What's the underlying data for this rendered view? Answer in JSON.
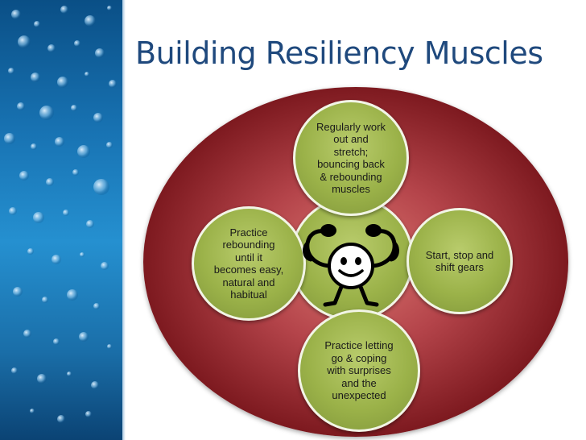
{
  "title": "Building Resiliency Muscles",
  "center_icon": "flexing-muscle-man-icon",
  "nodes": {
    "top": "Regularly work\nout and\nstretch;\nbouncing back\n& rebounding\nmuscles",
    "right": "Start, stop and\nshift gears",
    "bottom": "Practice letting\ngo & coping\nwith surprises\nand the\nunexpected",
    "left": "Practice\nrebounding\nuntil it\nbecomes easy,\nnatural and\nhabitual"
  },
  "colors": {
    "title": "#1f497d",
    "oval": "#8b2027",
    "circle": "#9bb249"
  }
}
